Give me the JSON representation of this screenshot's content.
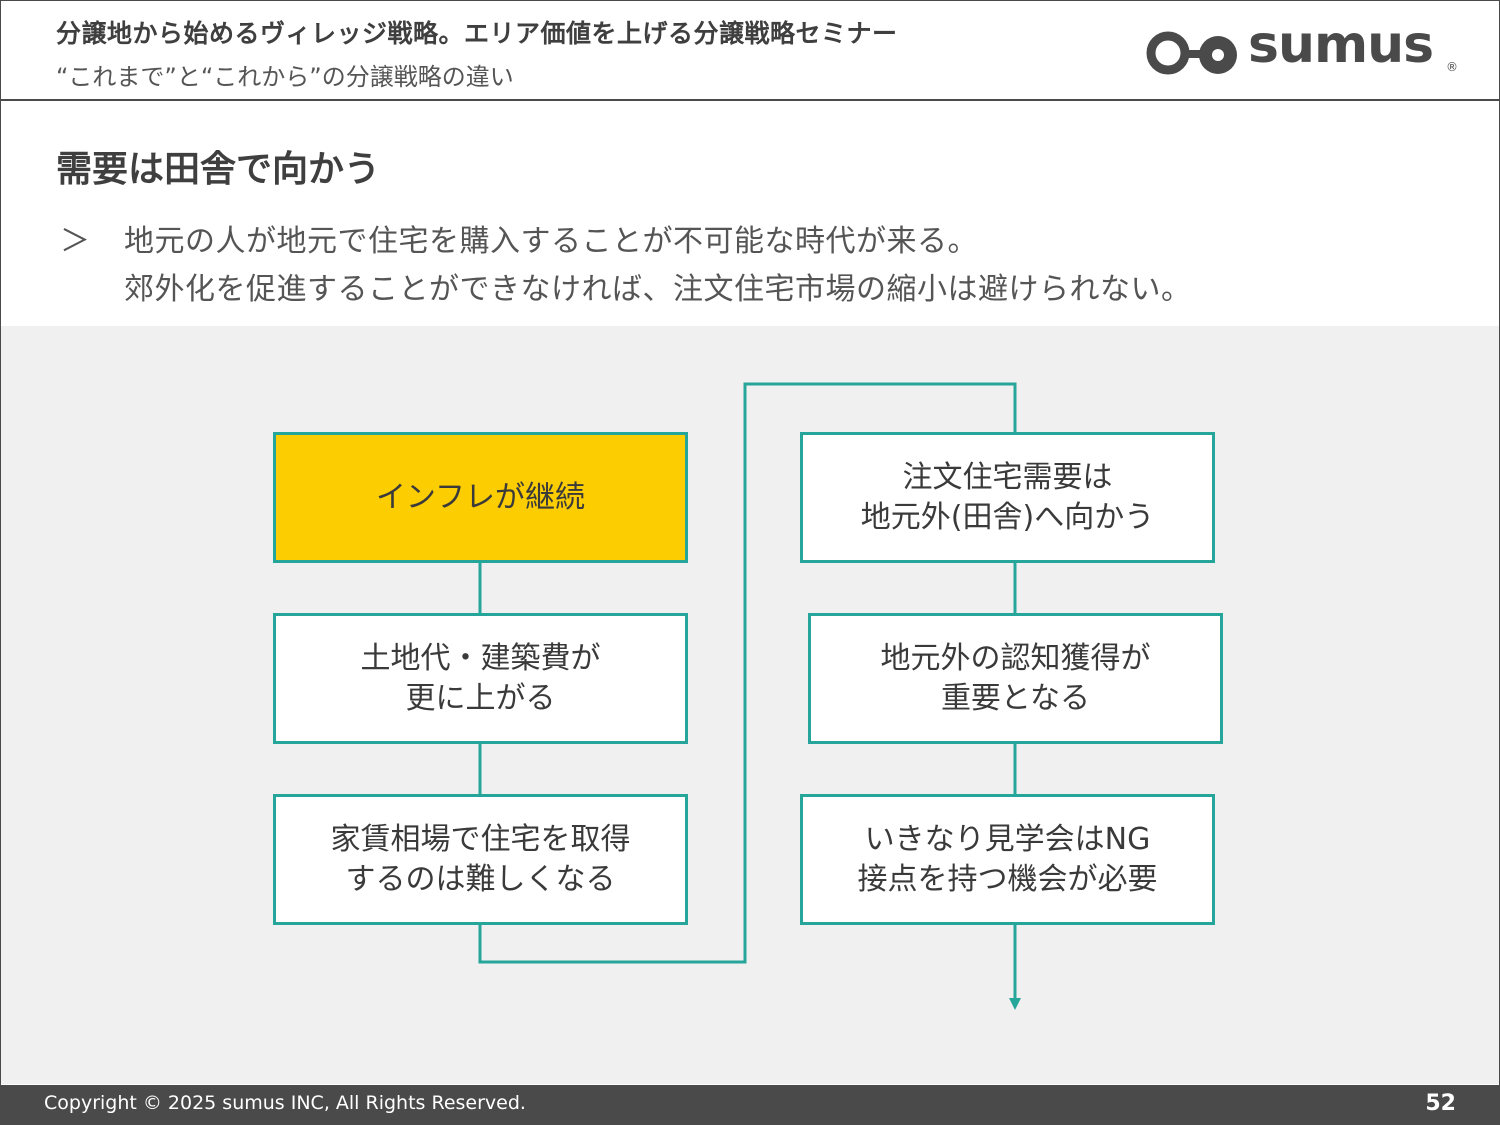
{
  "header": {
    "title": "分譲地から始めるヴィレッジ戦略。エリア価値を上げる分譲戦略セミナー",
    "subtitle": "“これまで”と“これから”の分譲戦略の違い",
    "logo_text": "sumus",
    "logo_mark": "®"
  },
  "section": {
    "title": "需要は田舎で向かう",
    "bullet_marker": "＞",
    "bullet_lines": [
      "地元の人が地元で住宅を購入することが不可能な時代が来る。",
      "郊外化を促進することができなければ、注文住宅市場の縮小は避けられない。"
    ]
  },
  "flow": {
    "left_column": [
      "インフレが継続",
      "土地代・建築費が\n更に上がる",
      "家賃相場で住宅を取得\nするのは難しくなる"
    ],
    "right_column": [
      "注文住宅需要は\n地元外(田舎)へ向かう",
      "地元外の認知獲得が\n重要となる",
      "いきなり見学会はNG\n接点を持つ機会が必要"
    ],
    "colors": {
      "connector": "#26a69a",
      "highlight": "#fccd00",
      "box_border": "#26a69a",
      "background": "#f0f0f0"
    }
  },
  "footer": {
    "copyright": "Copyright © 2025 sumus INC, All Rights Reserved.",
    "page_number": "52"
  }
}
